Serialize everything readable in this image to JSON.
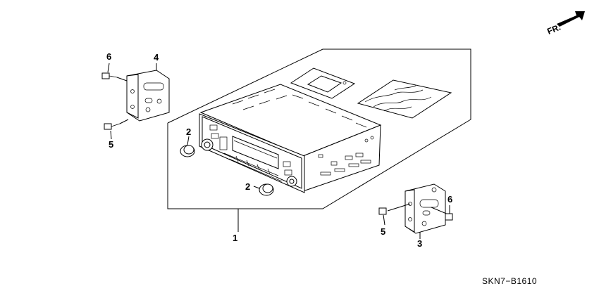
{
  "diagram": {
    "callouts": {
      "c1": "1",
      "c2_top": "2",
      "c2_bottom": "2",
      "c3": "3",
      "c4": "4",
      "c5_left": "5",
      "c5_right": "5",
      "c6_left": "6",
      "c6_right": "6"
    },
    "direction_label": "FR.",
    "diagram_code": "SKN7−B1610"
  }
}
